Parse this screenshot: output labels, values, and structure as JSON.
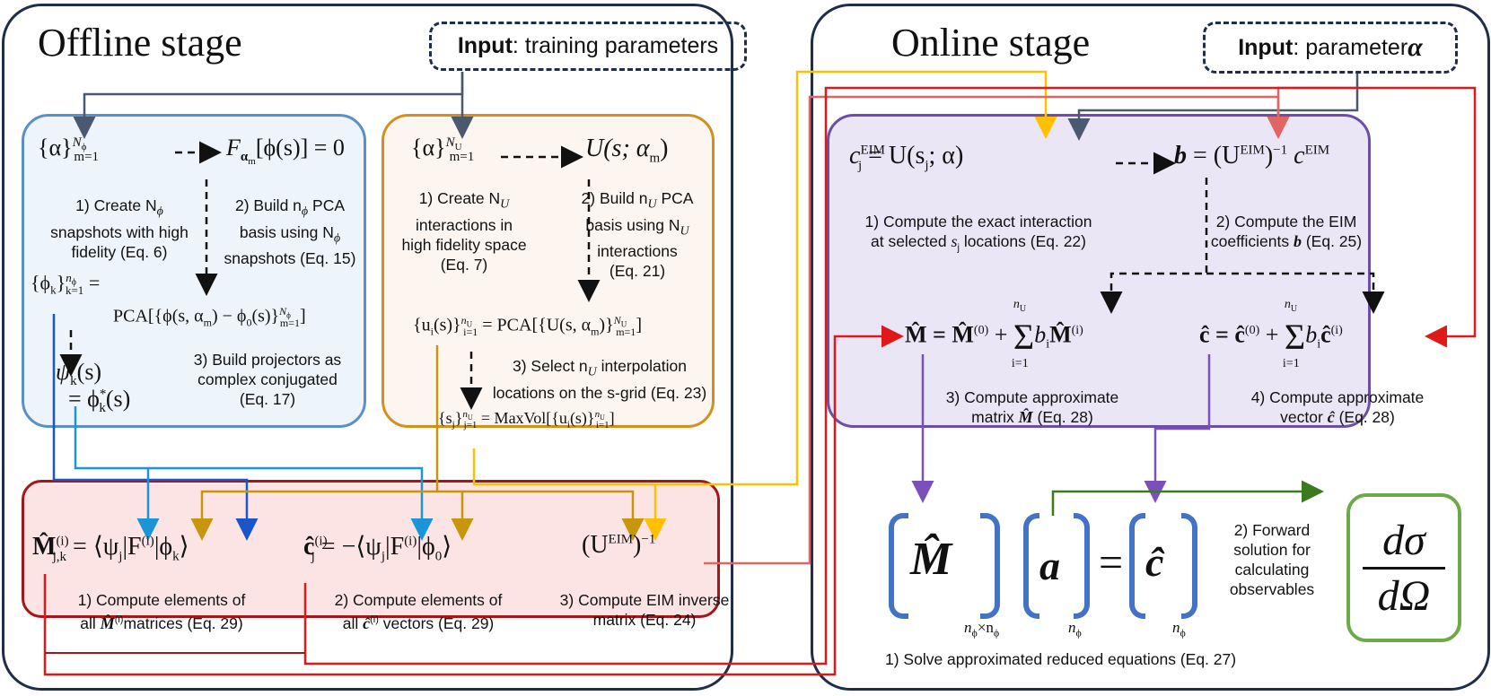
{
  "offline": {
    "title": "Offline stage",
    "input_bold": "Input",
    "input_rest": ": training parameters",
    "blue": {
      "eq_top_left": "{α}",
      "eq_top_sup": "N",
      "eq_top_supsub": "ϕ",
      "eq_top_sub": "m=1",
      "eq_top_right": "F",
      "eq_top_right_sub": "α",
      "eq_top_right_subsub": "m",
      "eq_top_right_rest": "[ϕ(s)] = 0",
      "cap1": [
        "1) Create N",
        "snapshots with high",
        "fidelity (Eq. 6)"
      ],
      "cap1_sub": "ϕ",
      "cap2": [
        "2) Build n",
        " PCA",
        "basis using N",
        "snapshots (Eq. 15)"
      ],
      "cap2_sub": "ϕ",
      "eq_phi": "{ϕ",
      "eq_phi_sub": "k",
      "eq_phi_rest": "}",
      "eq_phi_sup": "n",
      "eq_phi_supsub": "ϕ",
      "eq_phi_lim": "k=1",
      "eq_phi_eq": " =",
      "eq_pca": "PCA[{ϕ(s, α",
      "eq_pca_sub": "m",
      "eq_pca_rest": ") − ϕ",
      "eq_pca_sub0": "0",
      "eq_pca_end": "(s)}",
      "eq_pca_sup": "N",
      "eq_pca_supsub": "ϕ",
      "eq_pca_lim": "m=1",
      "eq_pca_close": "]",
      "eq_psi": "ψ",
      "eq_psi_sub": "k",
      "eq_psi_rest": "(s)",
      "eq_psi2": "= ϕ",
      "eq_psi2_sup": "*",
      "eq_psi2_sub": "k",
      "eq_psi2_rest": "(s)",
      "cap3": [
        "3) Build projectors as",
        "complex conjugated",
        "(Eq. 17)"
      ]
    },
    "orange": {
      "eq_top_left": "{α}",
      "eq_top_sup": "N",
      "eq_top_supsub": "U",
      "eq_top_sub": "m=1",
      "eq_top_right": "U(s; α",
      "eq_top_right_sub": "m",
      "eq_top_right_rest": ")",
      "cap1": [
        "1) Create N",
        "interactions in",
        "high fidelity space",
        "(Eq. 7)"
      ],
      "cap1_sub": "U",
      "cap2": [
        "2) Build n",
        " PCA",
        "basis using N",
        "interactions",
        "(Eq. 21)"
      ],
      "cap2_sub": "U",
      "eq_u": "{u",
      "eq_u_sub": "i",
      "eq_u_rest": "(s)}",
      "eq_u_sup": "n",
      "eq_u_supsub": "U",
      "eq_u_lim": "i=1",
      "eq_u_pca": " = PCA[{U(s, α",
      "eq_u_pca_sub": "m",
      "eq_u_pca_rest": ")}",
      "eq_u_pca_sup": "N",
      "eq_u_pca_supsub": "U",
      "eq_u_pca_lim": "m=1",
      "eq_u_pca_close": "]",
      "cap3": [
        "3) Select n",
        " interpolation",
        "locations on the s-grid (Eq. 23)"
      ],
      "cap3_sub": "U",
      "eq_s": "{s",
      "eq_s_sub": "j",
      "eq_s_rest": "}",
      "eq_s_sup": "n",
      "eq_s_supsub": "U",
      "eq_s_lim": "j=1",
      "eq_s_mv": " = MaxVol[{u",
      "eq_s_mv_sub": "i",
      "eq_s_mv_rest": "(s)}",
      "eq_s_mv_sup": "n",
      "eq_s_mv_supsub": "U",
      "eq_s_mv_lim": "i=1",
      "eq_s_mv_close": "]"
    },
    "red": {
      "eq1": "M̂",
      "eq1_sup": "(i)",
      "eq1_sub": "j,k",
      "eq1_rest": " = ⟨ψ",
      "eq1_rest_sub": "j",
      "eq1_rest2": "|F",
      "eq1_rest2_sup": "(i)",
      "eq1_rest3": "|ϕ",
      "eq1_rest3_sub": "k",
      "eq1_rest4": "⟩",
      "eq2": "ĉ",
      "eq2_sup": "(i)",
      "eq2_sub": "j",
      "eq2_rest": " = −⟨ψ",
      "eq2_rest_sub": "j",
      "eq2_rest2": "|F",
      "eq2_rest2_sup": "(i)",
      "eq2_rest3": "|ϕ",
      "eq2_rest3_sub": "0",
      "eq2_rest4": "⟩",
      "eq3": "(U",
      "eq3_sup": "EIM",
      "eq3_rest": ")",
      "eq3_pow": "−1",
      "cap1": [
        "1) Compute elements of",
        "all ",
        "matrices  (Eq. 29)"
      ],
      "cap1_sym": "M̂",
      "cap1_sym_sup": "(i)",
      "cap2": [
        "2) Compute elements of",
        "all ",
        " vectors (Eq. 29)"
      ],
      "cap2_sym": "ĉ",
      "cap2_sym_sup": "(i)",
      "cap3": [
        "3) Compute EIM inverse",
        "matrix (Eq. 24)"
      ]
    }
  },
  "online": {
    "title": "Online stage",
    "input_bold": "Input",
    "input_rest": ": parameter ",
    "input_sym": "α",
    "purple": {
      "eq1": "c",
      "eq1_sup": "EIM",
      "eq1_sub": "j",
      "eq1_rest": " = U(s",
      "eq1_rest_sub": "j",
      "eq1_rest2": "; α)",
      "eq2": "b",
      "eq2_rest": " = (U",
      "eq2_sup": "EIM",
      "eq2_rest2": ")",
      "eq2_pow": "−1",
      "eq2_c": " c",
      "eq2_c_sup": "EIM",
      "cap1": [
        "1) Compute the exact interaction",
        "at selected ",
        " locations (Eq. 22)"
      ],
      "cap1_sym": "s",
      "cap1_sym_sub": "j",
      "cap2": [
        "2) Compute the EIM",
        "coefficients ",
        " (Eq. 25)"
      ],
      "cap2_sym": "b",
      "eq3": "M̂",
      "eq3_rest": " = M̂",
      "eq3_sup0": "(0)",
      "eq3_plus": " + ",
      "eq3_sum": "Σ",
      "eq3_sum_top": "n",
      "eq3_sum_top_sub": "U",
      "eq3_sum_bot": "i=1",
      "eq3_term": "b",
      "eq3_term_sub": "i",
      "eq3_term2": "M̂",
      "eq3_term2_sup": "(i)",
      "eq4": "ĉ",
      "eq4_rest": " = ĉ",
      "eq4_sup0": "(0)",
      "eq4_plus": " + ",
      "eq4_sum": "Σ",
      "eq4_sum_top": "n",
      "eq4_sum_top_sub": "U",
      "eq4_sum_bot": "i=1",
      "eq4_term": "b",
      "eq4_term_sub": "i",
      "eq4_term2": "ĉ",
      "eq4_term2_sup": "(i)",
      "cap3": [
        "3) Compute approximate",
        "matrix ",
        " (Eq. 28)"
      ],
      "cap3_sym": "M̂",
      "cap4": [
        "4) Compute approximate",
        "vector ",
        "  (Eq. 28)"
      ],
      "cap4_sym": "ĉ"
    },
    "system": {
      "mat": "M̂",
      "mat_sub": "n",
      "mat_sub_sub": "ϕ",
      "mat_sub_x": "×n",
      "mat_sub_sub2": "ϕ",
      "vec_a": "a",
      "vec_a_sub": "n",
      "vec_a_sub_sub": "ϕ",
      "equals": "=",
      "vec_c": "ĉ",
      "vec_c_sub": "n",
      "vec_c_sub_sub": "ϕ",
      "cap1": "1) Solve approximated reduced equations (Eq. 27)",
      "cap2": [
        "2) Forward",
        "solution for",
        "calculating",
        "observables"
      ],
      "obs_num": "dσ",
      "obs_den": "dΩ"
    }
  },
  "colors": {
    "navy": "#1f2d4a",
    "blue_panel_border": "#5b8fc7",
    "blue_panel_fill": "#edf4fb",
    "orange_panel_border": "#d4901c",
    "orange_panel_fill": "#fdf6f0",
    "red_panel_border": "#a11818",
    "red_panel_fill": "#fce4e4",
    "purple_panel_border": "#6a4ea8",
    "purple_panel_fill": "#ebe6f6",
    "bracket_blue": "#4472c4",
    "green_box": "#6aab47",
    "arrow_red": "#e0181a",
    "arrow_yellow": "#ffc000",
    "arrow_gold": "#c8960c",
    "arrow_pink": "#e06666",
    "arrow_cyan": "#1a96d8",
    "arrow_blue": "#1a56c8",
    "arrow_green": "#3b7a1e",
    "arrow_purple": "#7b50b8",
    "arrow_gray": "#4a5870"
  }
}
